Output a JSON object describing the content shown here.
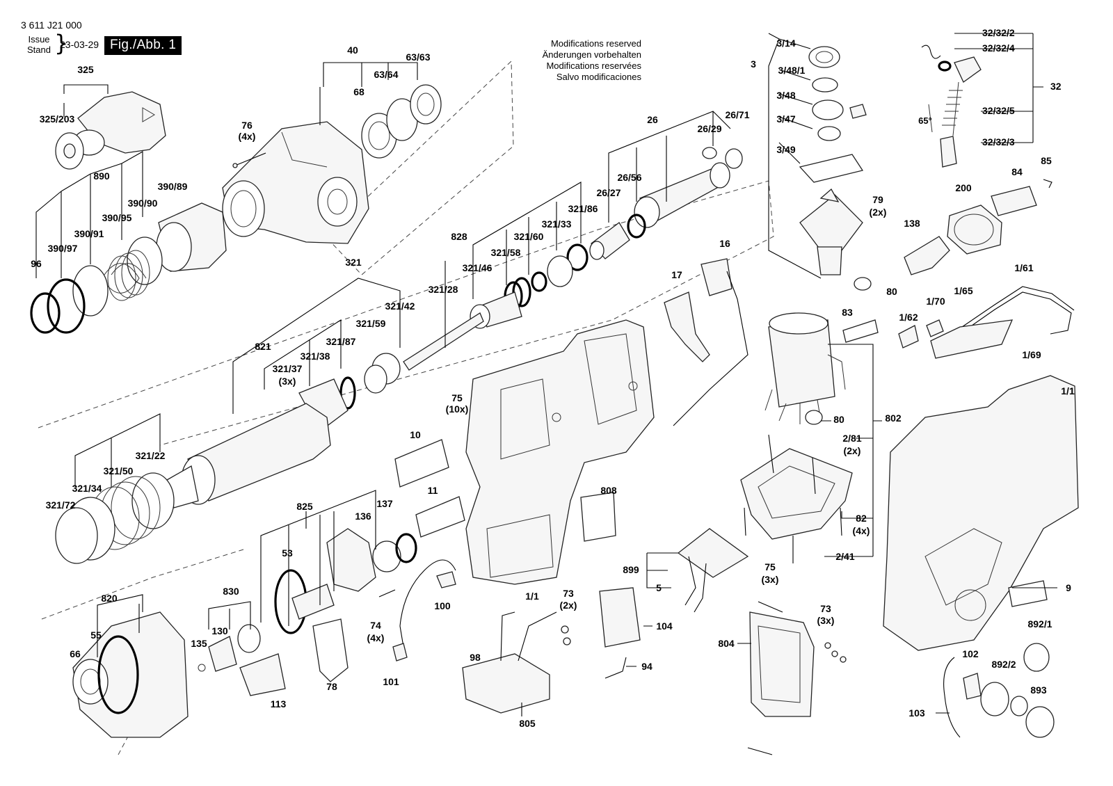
{
  "header": {
    "doc_number": "3 611 J21 000",
    "issue_line1": "Issue",
    "issue_line2": "Stand",
    "issue_date": "23-03-29",
    "figure_label": "Fig./Abb. 1"
  },
  "modifications": [
    "Modifications reserved",
    "Änderungen vorbehalten",
    "Modifications reservées",
    "Salvo modificaciones"
  ],
  "parts": {
    "p325": "325",
    "p325_203": "325/203",
    "p40": "40",
    "p63_63": "63/63",
    "p63_64": "63/64",
    "p68": "68",
    "p76": "76",
    "p76q": "(4x)",
    "p890": "890",
    "p390_89": "390/89",
    "p390_90": "390/90",
    "p390_95": "390/95",
    "p390_91": "390/91",
    "p390_97": "390/97",
    "p96": "96",
    "p26": "26",
    "p26_29": "26/29",
    "p26_71": "26/71",
    "p26_56": "26/56",
    "p26_27": "26/27",
    "p321_86": "321/86",
    "p828": "828",
    "p321_33": "321/33",
    "p321_60": "321/60",
    "p321_58": "321/58",
    "p321_46": "321/46",
    "p321_28": "321/28",
    "p321": "321",
    "p321_42": "321/42",
    "p321_59": "321/59",
    "p821": "821",
    "p321_87": "321/87",
    "p321_38": "321/38",
    "p321_37": "321/37",
    "p321_37q": "(3x)",
    "p321_22": "321/22",
    "p321_50": "321/50",
    "p321_34": "321/34",
    "p321_72": "321/72",
    "p3": "3",
    "p3_14": "3/14",
    "p3_48_1": "3/48/1",
    "p3_48": "3/48",
    "p3_47": "3/47",
    "p3_49": "3/49",
    "p79": "79",
    "p79q": "(2x)",
    "p80a": "80",
    "p80b": "80",
    "p83": "83",
    "p802": "802",
    "p32_32_2": "32/32/2",
    "p32_32_4": "32/32/4",
    "p32": "32",
    "p32_32_5": "32/32/5",
    "p32_32_3": "32/32/3",
    "p65deg": "65°",
    "p85": "85",
    "p84": "84",
    "p200": "200",
    "p138": "138",
    "p1_61": "1/61",
    "p1_70": "1/70",
    "p1_65": "1/65",
    "p1_62": "1/62",
    "p1_69": "1/69",
    "p1_1a": "1/1",
    "p16": "16",
    "p17": "17",
    "p75a": "75",
    "p75aq": "(10x)",
    "p10": "10",
    "p11": "11",
    "p808": "808",
    "p825": "825",
    "p137": "137",
    "p136": "136",
    "p53": "53",
    "p830": "830",
    "p130": "130",
    "p135": "135",
    "p113": "113",
    "p78": "78",
    "p74": "74",
    "p74q": "(4x)",
    "p101": "101",
    "p100": "100",
    "p1_1b": "1/1",
    "p820": "820",
    "p55": "55",
    "p66": "66",
    "p73a": "73",
    "p73aq": "(2x)",
    "p98": "98",
    "p805": "805",
    "p104": "104",
    "p94": "94",
    "p899": "899",
    "p5": "5",
    "p2_81": "2/81",
    "p2_81q": "(2x)",
    "p82": "82",
    "p82q": "(4x)",
    "p2_41": "2/41",
    "p75b": "75",
    "p75bq": "(3x)",
    "p73b": "73",
    "p73bq": "(3x)",
    "p804": "804",
    "p9": "9",
    "p892_1": "892/1",
    "p102": "102",
    "p892_2": "892/2",
    "p893": "893",
    "p103": "103"
  }
}
